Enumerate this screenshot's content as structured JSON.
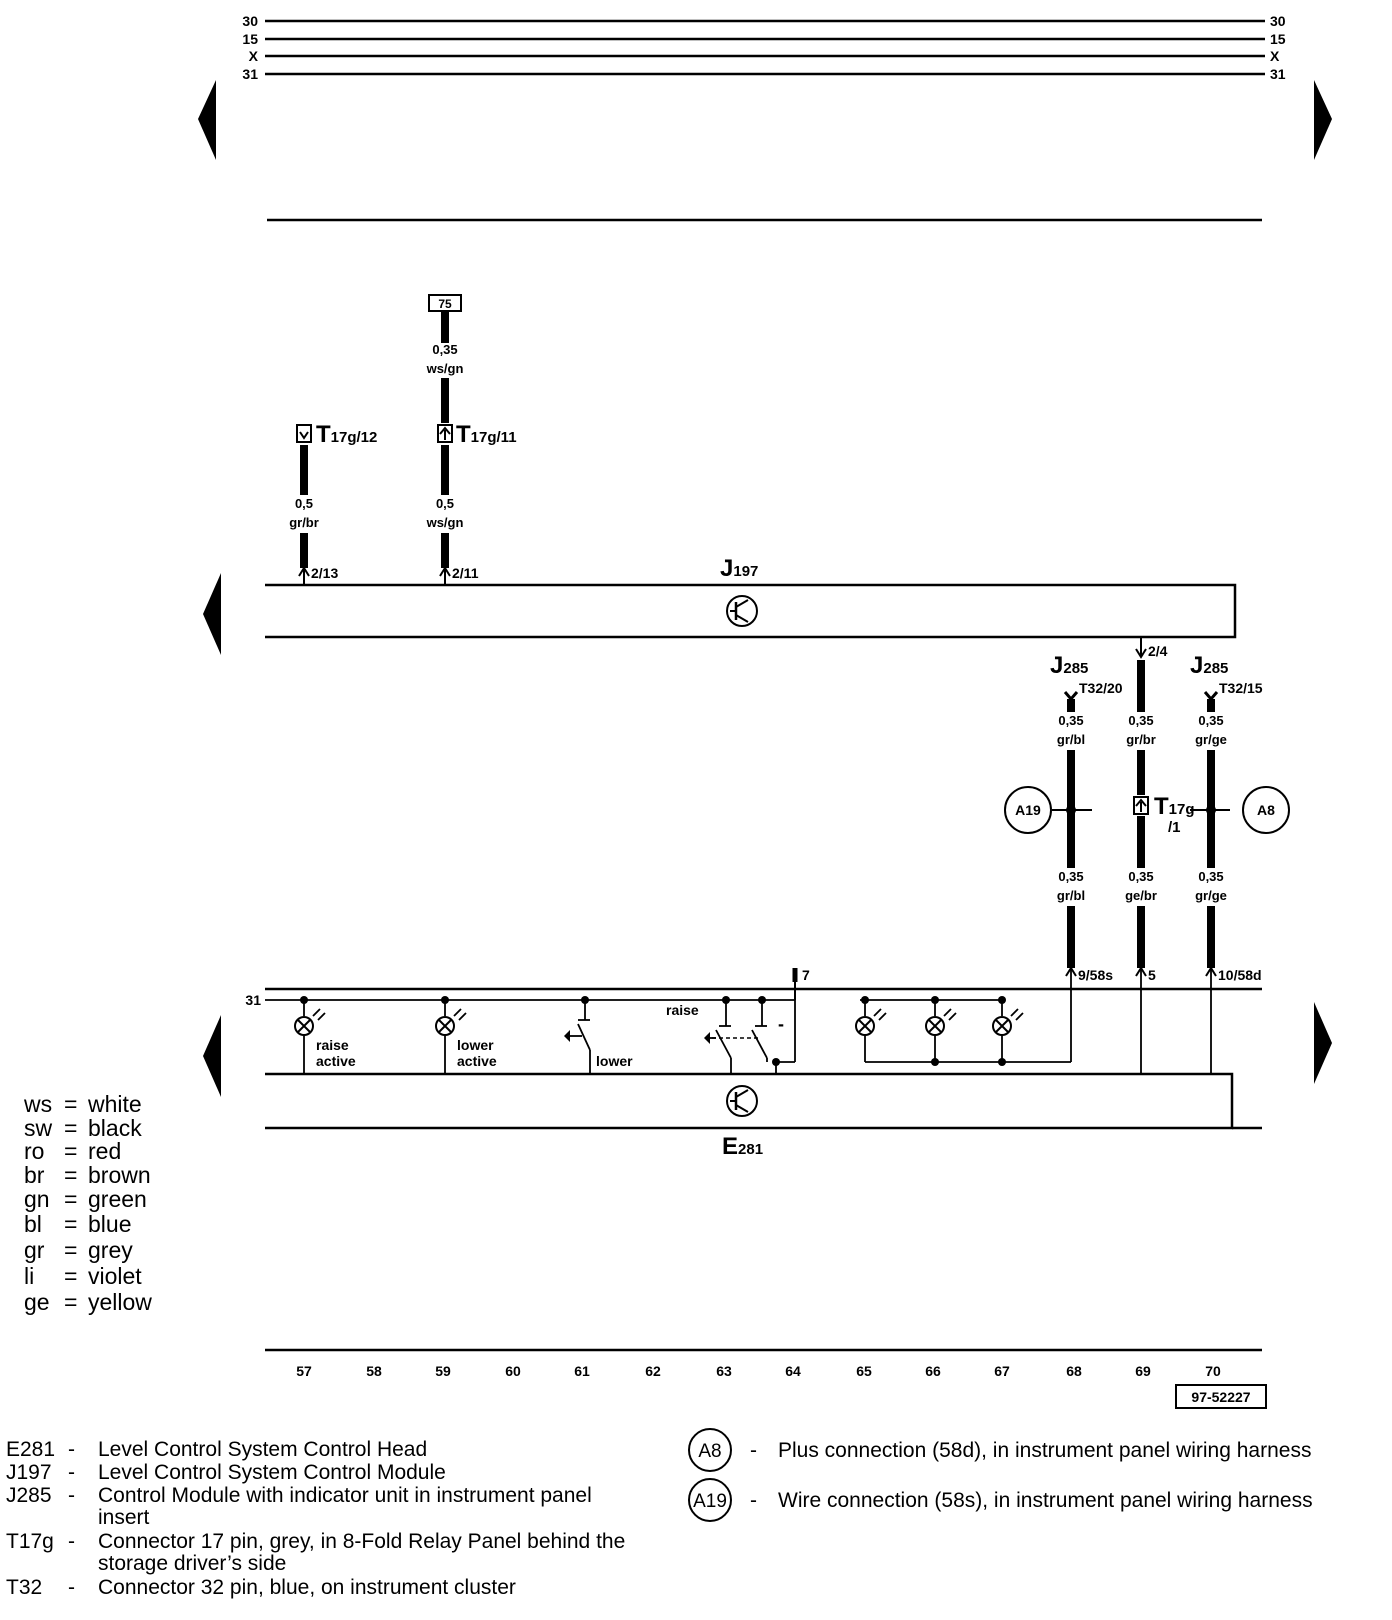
{
  "rails": [
    {
      "left": "30",
      "right": "30"
    },
    {
      "left": "15",
      "right": "15"
    },
    {
      "left": "X",
      "right": "X"
    },
    {
      "left": "31",
      "right": "31"
    }
  ],
  "components": {
    "j197": {
      "letter": "J",
      "sub": "197"
    },
    "e281": {
      "letter": "E",
      "sub": "281"
    },
    "j285a": {
      "letter": "J",
      "sub": "285",
      "pin": "T32/20"
    },
    "j285b": {
      "letter": "J",
      "sub": "285",
      "pin": "T32/15"
    }
  },
  "terminal75": "75",
  "connectors": {
    "t17g12": {
      "letter": "T",
      "sub": "17g/12"
    },
    "t17g11": {
      "letter": "T",
      "sub": "17g/11"
    },
    "t17g1": {
      "letter": "T",
      "sub": "17g",
      "sub2": "/1"
    }
  },
  "wires": {
    "w59top": {
      "size": "0,35",
      "color": "ws/gn"
    },
    "w57": {
      "size": "0,5",
      "color": "gr/br"
    },
    "w59": {
      "size": "0,5",
      "color": "ws/gn"
    },
    "w68a": {
      "size": "0,35",
      "color": "gr/bl"
    },
    "w69a": {
      "size": "0,35",
      "color": "gr/br"
    },
    "w70a": {
      "size": "0,35",
      "color": "gr/ge"
    },
    "w68b": {
      "size": "0,35",
      "color": "gr/bl"
    },
    "w69b": {
      "size": "0,35",
      "color": "ge/br"
    },
    "w70b": {
      "size": "0,35",
      "color": "gr/ge"
    }
  },
  "pins": {
    "p213": "2/13",
    "p211": "2/11",
    "p24": "2/4",
    "p7": "7",
    "p958s": "9/58s",
    "p5": "5",
    "p1058d": "10/58d",
    "ground31": "31"
  },
  "switchLabels": {
    "raise_active_1": "raise",
    "raise_active_2": "active",
    "lower_active_1": "lower",
    "lower_active_2": "active",
    "lower": "lower",
    "raise": "raise",
    "minus": "-"
  },
  "connections": {
    "a19": "A19",
    "a8": "A8"
  },
  "legend": [
    {
      "code": "ws",
      "name": "white"
    },
    {
      "code": "sw",
      "name": "black"
    },
    {
      "code": "ro",
      "name": "red"
    },
    {
      "code": "br",
      "name": "brown"
    },
    {
      "code": "gn",
      "name": "green"
    },
    {
      "code": "bl",
      "name": "blue"
    },
    {
      "code": "gr",
      "name": "grey"
    },
    {
      "code": "li",
      "name": "violet"
    },
    {
      "code": "ge",
      "name": "yellow"
    }
  ],
  "tracks": [
    "57",
    "58",
    "59",
    "60",
    "61",
    "62",
    "63",
    "64",
    "65",
    "66",
    "67",
    "68",
    "69",
    "70"
  ],
  "docnumber": "97-52227",
  "descriptions": [
    {
      "code": "E281",
      "lines": [
        "Level Control System Control Head"
      ]
    },
    {
      "code": "J197",
      "lines": [
        "Level Control System Control Module"
      ]
    },
    {
      "code": "J285",
      "lines": [
        "Control Module with indicator unit in instrument panel",
        "insert"
      ]
    },
    {
      "code": "T17g",
      "lines": [
        "Connector 17 pin, grey, in 8-Fold Relay Panel behind the",
        "storage driver’s side"
      ]
    },
    {
      "code": "T32",
      "lines": [
        "Connector 32 pin, blue, on  instrument cluster"
      ]
    }
  ],
  "dash": "-",
  "notes": [
    {
      "symbol": "A8",
      "text": "Plus connection (58d), in instrument panel wiring harness"
    },
    {
      "symbol": "A19",
      "text": "Wire connection (58s), in instrument panel wiring harness"
    }
  ]
}
